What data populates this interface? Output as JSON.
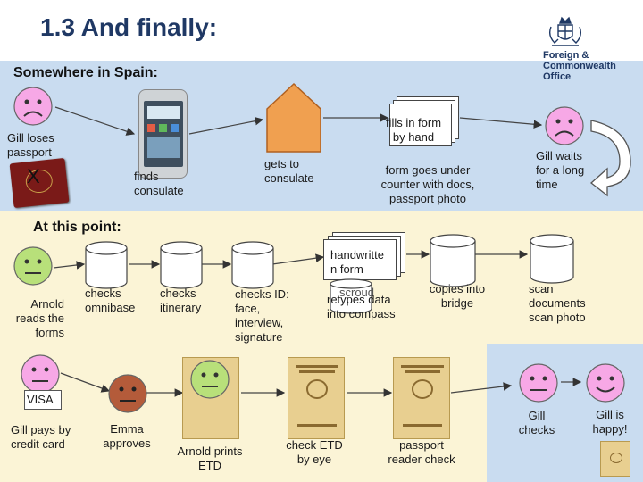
{
  "title": "1.3 And finally:",
  "logo": {
    "line1": "Foreign &",
    "line2": "Commonwealth",
    "line3": "Office",
    "icon": "royal-crest-icon"
  },
  "sections": {
    "spain": "Somewhere in Spain:",
    "point": "At this point:"
  },
  "top_row": {
    "gill_loses": "Gill loses passport",
    "x_mark": "X",
    "finds_consulate": "finds consulate",
    "gets_to_consulate": "gets to consulate",
    "fills_form": "fills in form by hand",
    "form_goes": "form goes under counter with docs, passport photo",
    "gill_waits": "Gill waits for a long time"
  },
  "middle_row": {
    "arnold_reads": "Arnold reads the forms",
    "checks_omnibase": "checks omnibase",
    "checks_itinerary": "checks itinerary",
    "checks_id": "checks ID: face, interview, signature",
    "handwritten_form": "handwritte n form",
    "retypes": "retypes data into compass",
    "retypes_overlap": "scroud",
    "copies_bridge": "copies into bridge",
    "scan_docs": "scan documents scan photo"
  },
  "bottom_row": {
    "visa": "VISA",
    "gill_pays": "Gill pays by credit card",
    "emma_approves": "Emma approves",
    "arnold_prints": "Arnold prints ETD",
    "check_etd": "check ETD by eye",
    "passport_reader": "passport reader check",
    "gill_checks": "Gill checks",
    "gill_happy": "Gill is happy!"
  },
  "colors": {
    "title": "#1f3864",
    "band_top": "#c9dcf0",
    "band_mid": "#fbf4d6",
    "face_pink": "#f7a8e6",
    "face_green": "#b8e07a",
    "face_brown": "#b45b3a",
    "house": "#f0a050",
    "passport_red": "#7a1a18",
    "etd_tan": "#e8cf90"
  }
}
